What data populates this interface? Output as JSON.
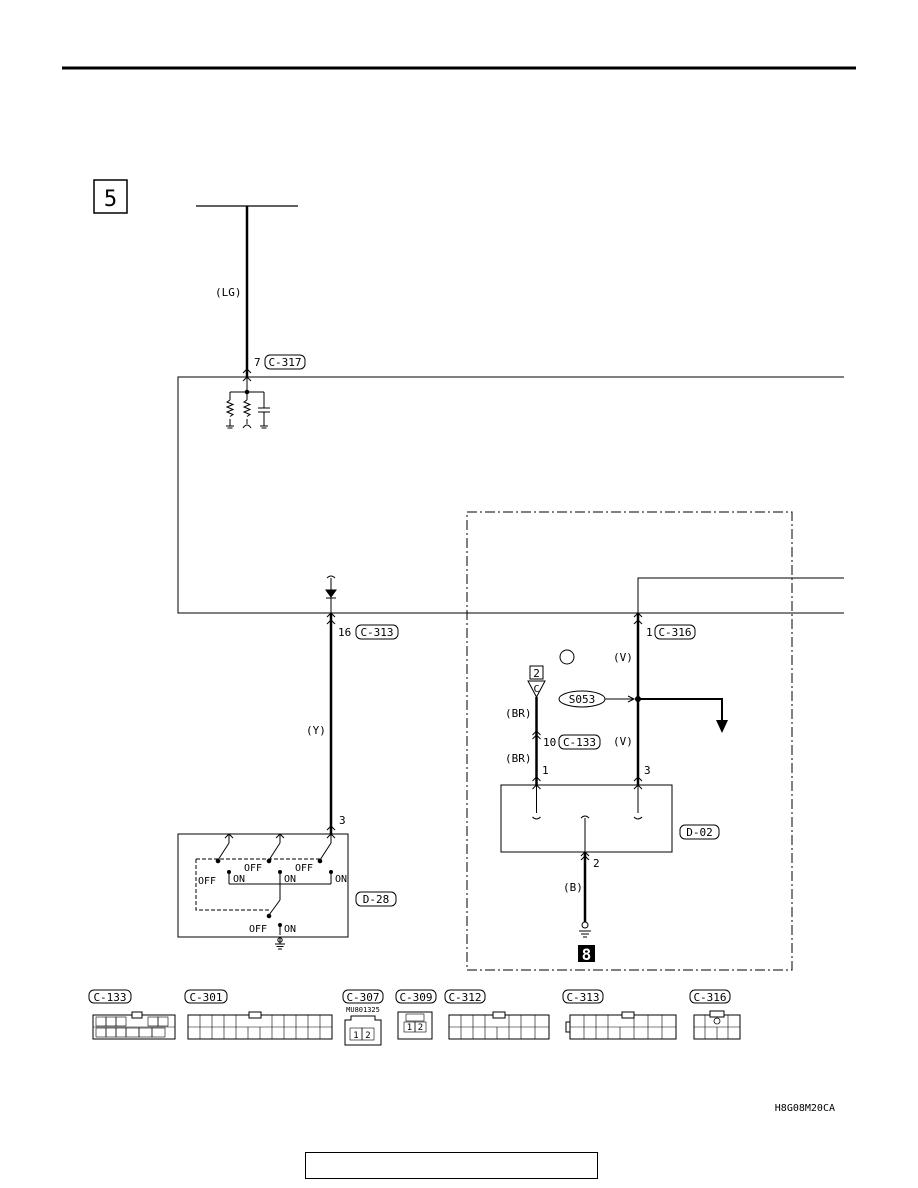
{
  "step_number": "5",
  "wires": {
    "top_wire_color": "(LG)",
    "y_wire_color": "(Y)",
    "v_wire_upper": "(V)",
    "v_wire_lower": "(V)",
    "br_wire_upper": "(BR)",
    "br_wire_lower": "(BR)",
    "b_wire_color": "(B)"
  },
  "terminals": {
    "c317_pin": "7",
    "c313_pin": "16",
    "c316_pin": "1",
    "c133_pin": "10",
    "d28_pin": "3",
    "d02_pin1": "1",
    "d02_pin3": "3",
    "d02_pin2": "2"
  },
  "connectors": {
    "c317": "C-317",
    "c313": "C-313",
    "c316": "C-316",
    "c133": "C-133",
    "d02": "D-02",
    "d28": "D-28"
  },
  "splice": "S053",
  "ground_ref": {
    "box": "2",
    "letter": "C"
  },
  "ground_number": "8",
  "switch_labels": {
    "off1": "OFF",
    "on1": "ON",
    "off2": "OFF",
    "on2": "ON",
    "off3": "OFF",
    "on3": "ON",
    "off4": "OFF",
    "on4": "ON"
  },
  "bottom_connectors": [
    {
      "name": "C-133"
    },
    {
      "name": "C-301"
    },
    {
      "name": "C-307",
      "part_no": "MU801325",
      "pins": [
        "1",
        "2"
      ]
    },
    {
      "name": "C-309",
      "pins": [
        "1",
        "2"
      ]
    },
    {
      "name": "C-312"
    },
    {
      "name": "C-313"
    },
    {
      "name": "C-316"
    }
  ],
  "figure_code": "H8G08M20CA"
}
